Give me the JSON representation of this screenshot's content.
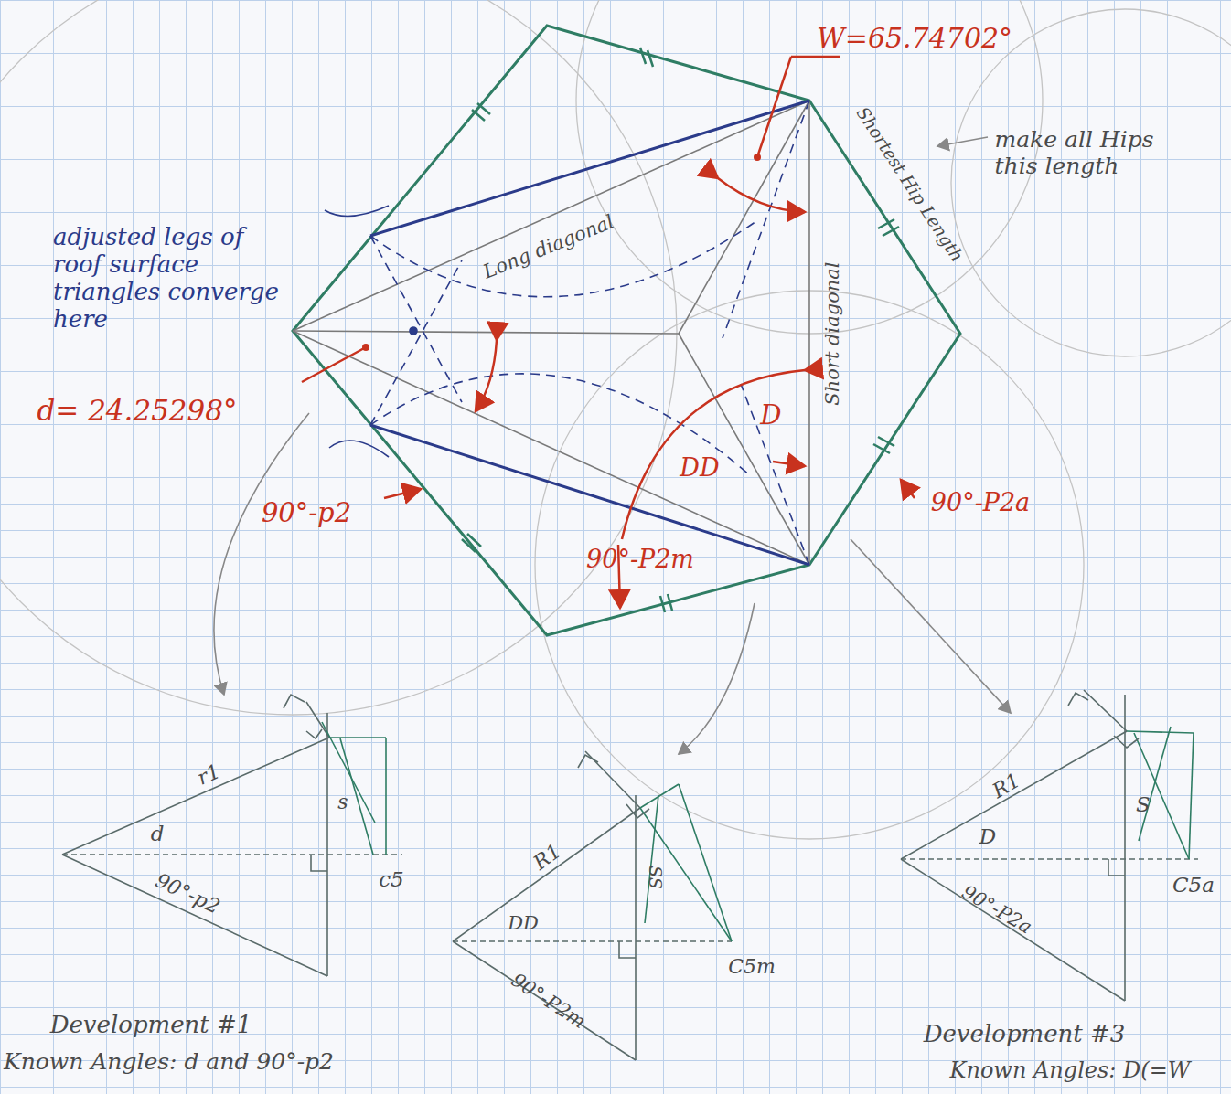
{
  "diagram": {
    "labels": [
      "W=65.74702°",
      "make all Hips this length",
      "Shortest Hip Length",
      "Long diagonal",
      "Short diagonal",
      "adjusted legs of roof surface triangles converge here",
      "d= 24.25298°",
      "D",
      "DD",
      "90°-p2",
      "90°-P2a",
      "90°-P2m",
      "r1",
      "d",
      "90°-p2",
      "s",
      "c5",
      "R1",
      "DD",
      "90°-P2m",
      "SS",
      "C5m",
      "R1",
      "D",
      "90°-P2a",
      "S",
      "C5a",
      "Development #1",
      "Known Angles: d and 90°-p2",
      "Development #3",
      "Known Angles: D(=W"
    ]
  }
}
